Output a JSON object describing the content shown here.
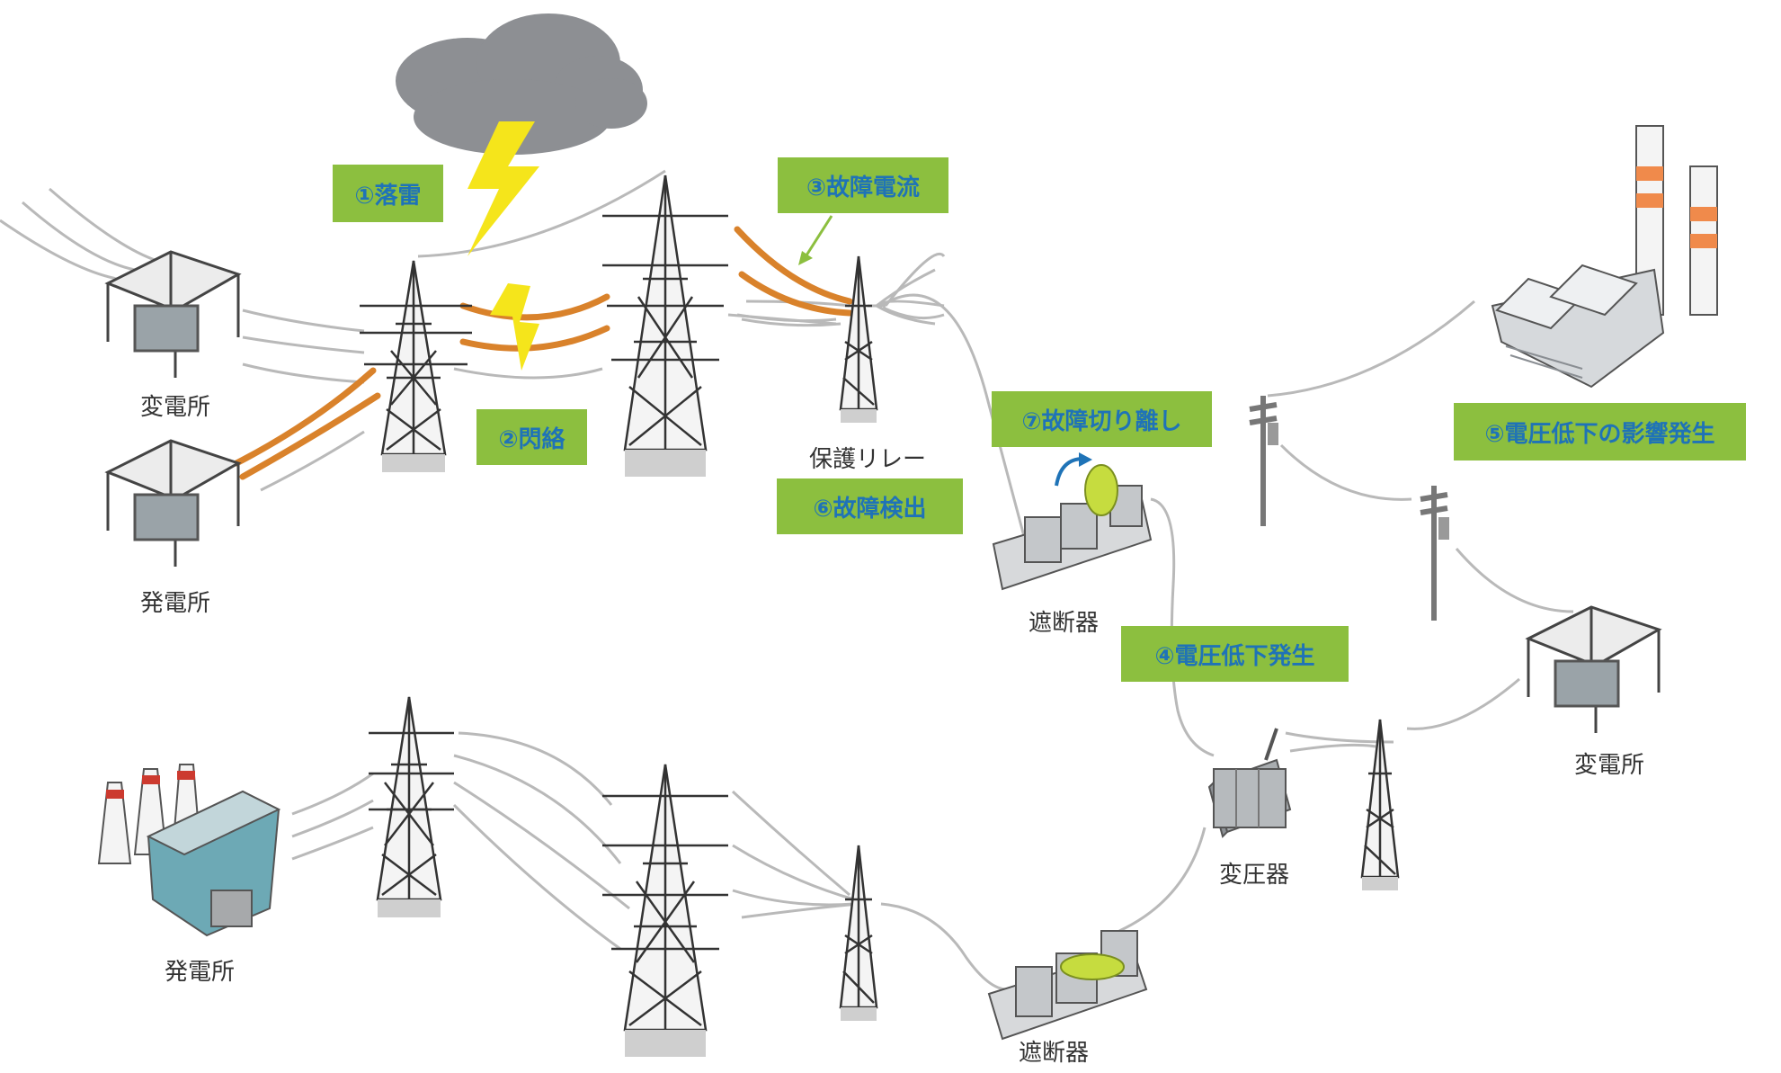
{
  "steps": {
    "lightning": "①落雷",
    "flashover": "②閃絡",
    "fault_current": "③故障電流",
    "voltage_drop": "④電圧低下発生",
    "impact": "⑤電圧低下の影響発生",
    "fault_detect": "⑥故障検出",
    "fault_isolate": "⑦故障切り離し"
  },
  "labels": {
    "substation_left": "変電所",
    "power_plant_left": "発電所",
    "relay": "保護リレー",
    "breaker_upper": "遮断器",
    "power_plant_bottom": "発電所",
    "breaker_lower": "遮断器",
    "transformer": "変圧器",
    "substation_right": "変電所"
  },
  "colors": {
    "step_bg": "#8cbf3f",
    "step_text": "#1f73b7",
    "fault_line": "#d9822b",
    "line": "#b9b9b9",
    "lightning": "#f5e51b",
    "cloud": "#8d8f93"
  }
}
